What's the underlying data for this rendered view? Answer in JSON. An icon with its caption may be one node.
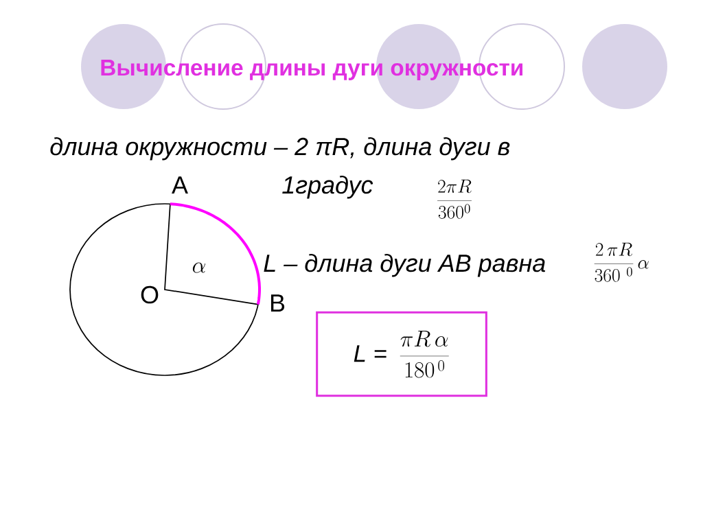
{
  "diagram": {
    "title": "Вычисление длины дуги окружности",
    "nodes": [
      {
        "text": [
          "L =",
          "\\frac{\\pi R\\,\\alpha}{180^{\\,0}}"
        ]
      }
    ],
    "labels": [
      "длина окружности – 2 πR, длина дуги в",
      "1градус",
      "\\frac{2\\pi R}{360^{0}}",
      "A",
      "\\alpha",
      "O",
      "L – длина дуги AB равна",
      "\\frac{2\\,\\pi R}{360^{\\;\\,0}}\\,\\alpha",
      "B"
    ]
  }
}
